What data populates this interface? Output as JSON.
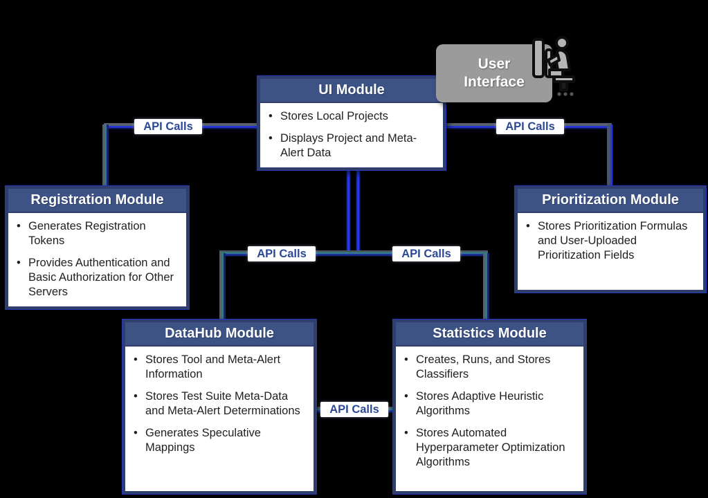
{
  "diagram": {
    "bullet_char": "•",
    "background_color": "#000000",
    "accent_colors": {
      "module_header": "#3d5386",
      "module_border": "#2f3e6c",
      "line_blue": "#2435d6",
      "line_teal": "#2c7d87",
      "line_gray": "#59626b",
      "api_label_text": "#2c4896",
      "user_interface_bg": "#9b9b9b"
    },
    "modules": [
      {
        "title": "UI Module",
        "bullets": [
          "Stores Local Projects",
          "Displays Project and Meta-Alert Data"
        ]
      },
      {
        "title": "Registration Module",
        "bullets": [
          "Generates Registration Tokens",
          "Provides Authentication and Basic Authorization for Other Servers"
        ]
      },
      {
        "title": "Prioritization Module",
        "bullets": [
          "Stores Prioritization Formulas and User-Uploaded Prioritization Fields"
        ]
      },
      {
        "title": "DataHub Module",
        "bullets": [
          "Stores Tool and Meta-Alert Information",
          "Stores Test Suite Meta-Data and Meta-Alert Determinations",
          "Generates Speculative Mappings"
        ]
      },
      {
        "title": "Statistics Module",
        "bullets": [
          "Creates, Runs, and Stores Classifiers",
          "Stores Adaptive Heuristic Algorithms",
          "Stores Automated Hyperparameter Optimization Algorithms"
        ]
      }
    ],
    "user_interface": {
      "label": "User Interface",
      "icon": "person-at-computer-icon"
    },
    "api_call_labels": [
      "API Calls",
      "API Calls",
      "API Calls",
      "API Calls",
      "API Calls"
    ]
  }
}
